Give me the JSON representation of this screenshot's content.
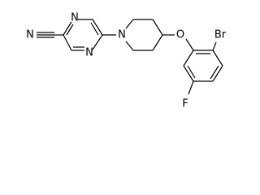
{
  "molecule": {
    "atoms": {
      "nitrile_n": "N",
      "pyrazine_n_top": "N",
      "pyrazine_n_bottom": "N",
      "piperidine_n": "N",
      "ether_o": "O",
      "bromine": "Br",
      "fluorine": "F"
    }
  }
}
